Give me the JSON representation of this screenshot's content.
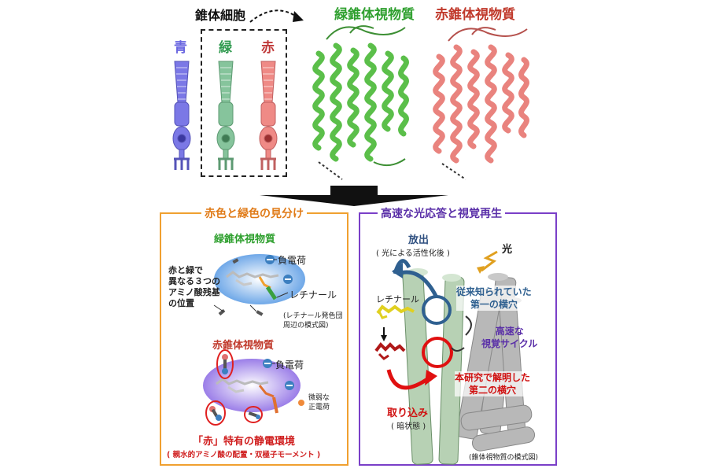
{
  "top": {
    "cone_title": "錐体細胞",
    "cone_labels": {
      "blue": "青",
      "green": "緑",
      "red": "赤"
    },
    "green_protein_title": "緑錐体視物質",
    "red_protein_title": "赤錐体視物質"
  },
  "left_panel": {
    "title": "赤色と緑色の見分け",
    "green_subtitle": "緑錐体視物質",
    "negative_charge_1": "負電荷",
    "residue_note": [
      "赤と緑で",
      "異なる３つの",
      "アミノ酸残基",
      "の位置"
    ],
    "retinal_label": "レチナール",
    "model_note": [
      "(レチナール発色団",
      "周辺の模式図)"
    ],
    "red_subtitle": "赤錐体視物質",
    "negative_charge_2": "負電荷",
    "weak_positive": [
      "微弱な",
      "正電荷"
    ],
    "conclusion": "「赤」特有の静電環境",
    "conclusion_sub": "( 親水的アミノ酸の配置・双極子モーメント )"
  },
  "right_panel": {
    "title": "高速な光応答と視覚再生",
    "release_label": "放出",
    "release_sub": "( 光による活性化後 )",
    "light_label": "光",
    "retinal_label": "レチナール",
    "first_hole": [
      "従来知られていた",
      "第一の横穴"
    ],
    "fast_cycle": [
      "高速な",
      "視覚サイクル"
    ],
    "second_hole": [
      "本研究で解明した",
      "第二の横穴"
    ],
    "uptake_label": "取り込み",
    "uptake_sub": "( 暗状態 )",
    "model_note": "(錐体視物質の模式図)"
  },
  "colors": {
    "blue_cone": "#7b78e6",
    "green_cone": "#7fbf95",
    "red_cone": "#ef8a86",
    "green_title": "#2fa02f",
    "red_title": "#c0392b",
    "orange_border": "#f0a030",
    "purple_border": "#7a3fc8",
    "charge_blue": "#3c7fc0"
  }
}
